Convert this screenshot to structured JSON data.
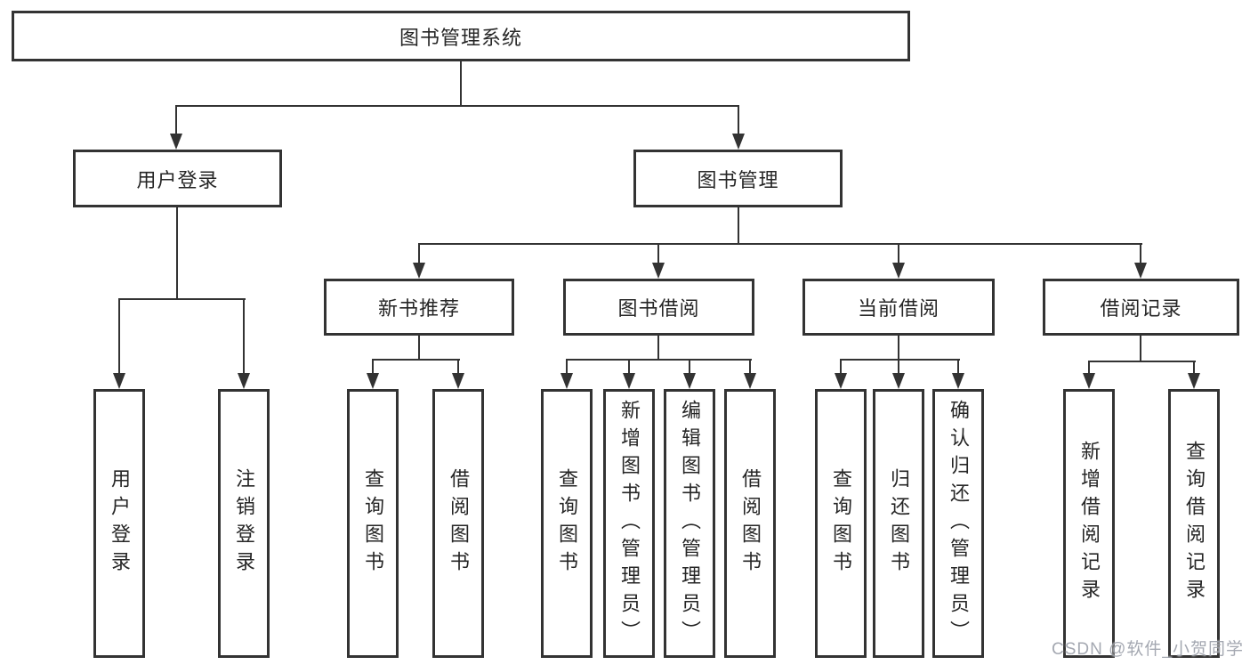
{
  "tree": {
    "root": {
      "label": "图书管理系统"
    },
    "branches": [
      {
        "label": "用户登录",
        "children": [
          {
            "label": "用户登录"
          },
          {
            "label": "注销登录"
          }
        ]
      },
      {
        "label": "图书管理",
        "children": [
          {
            "label": "新书推荐",
            "children": [
              {
                "label": "查询图书"
              },
              {
                "label": "借阅图书"
              }
            ]
          },
          {
            "label": "图书借阅",
            "children": [
              {
                "label": "查询图书"
              },
              {
                "label": "新增图书（管理员）"
              },
              {
                "label": "编辑图书（管理员）"
              },
              {
                "label": "借阅图书"
              }
            ]
          },
          {
            "label": "当前借阅",
            "children": [
              {
                "label": "查询图书"
              },
              {
                "label": "归还图书"
              },
              {
                "label": "确认归还（管理员）"
              }
            ]
          },
          {
            "label": "借阅记录",
            "children": [
              {
                "label": "新增借阅记录"
              },
              {
                "label": "查询借阅记录"
              }
            ]
          }
        ]
      }
    ]
  },
  "watermark": {
    "text": "CSDN @软件_小贺同学"
  },
  "colors": {
    "line": "#333333",
    "border": "#333333",
    "text": "#262626",
    "background": "#ffffff",
    "watermark": "#9499a3"
  }
}
